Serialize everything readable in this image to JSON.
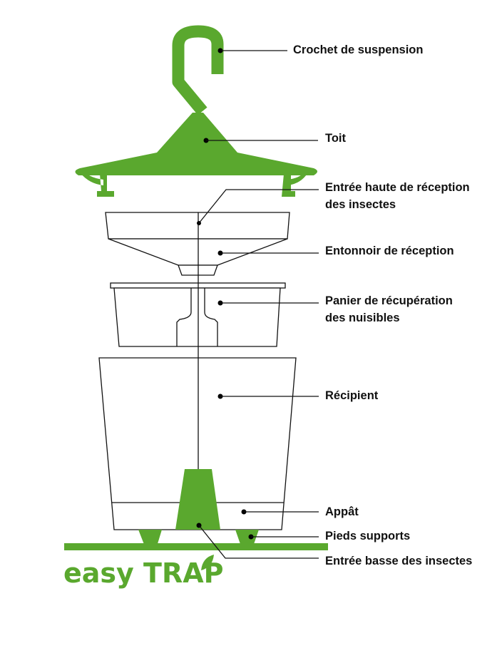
{
  "colors": {
    "accent": "#5aa82e",
    "line": "#111111"
  },
  "labels": {
    "hook": "Crochet de suspension",
    "roof": "Toit",
    "top_entry_1": "Entrée haute de réception",
    "top_entry_2": "des insectes",
    "funnel": "Entonnoir de réception",
    "basket_1": "Panier de récupération",
    "basket_2": "des nuisibles",
    "container": "Récipient",
    "bait": "Appât",
    "feet": "Pieds supports",
    "bottom_entry": "Entrée basse des insectes"
  },
  "logo": {
    "text": "easy TRAP"
  }
}
